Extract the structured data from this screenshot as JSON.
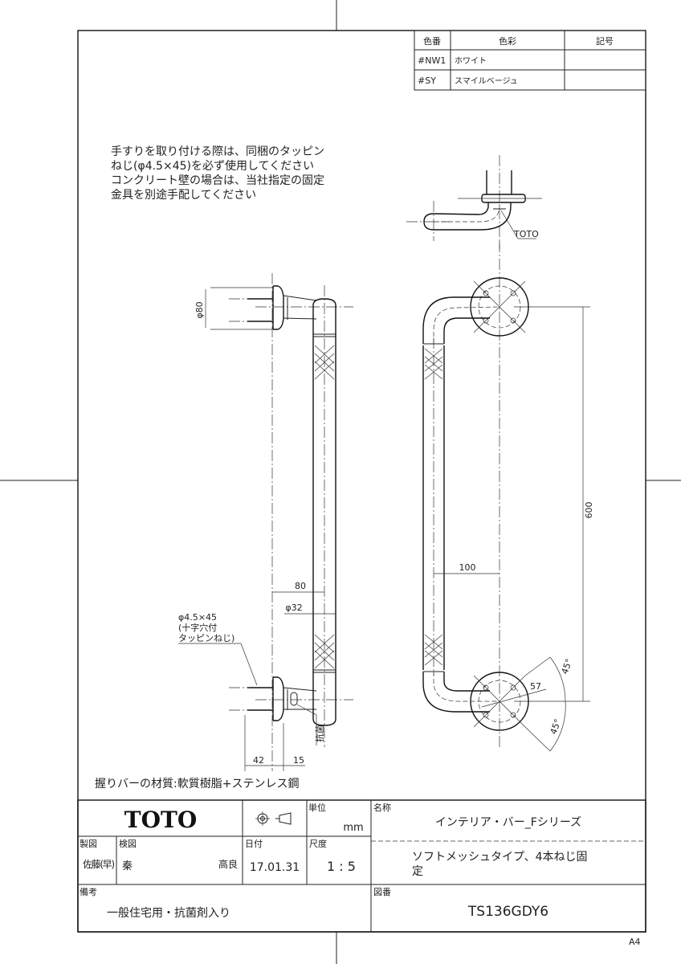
{
  "color_table": {
    "headers": [
      "色番",
      "色彩",
      "記号"
    ],
    "rows": [
      {
        "code": "#NW1",
        "name": "ホワイト",
        "symbol": ""
      },
      {
        "code": "#SY",
        "name": "スマイルベージュ",
        "symbol": ""
      }
    ]
  },
  "note_lines": [
    "手すりを取り付ける際は、同梱のタッピン",
    "ねじ(φ4.5×45)を必ず使用してください",
    "コンクリート壁の場合は、当社指定の固定",
    "金具を別途手配してください"
  ],
  "dimensions": {
    "phi80": "φ80",
    "d80": "80",
    "phi32": "φ32",
    "d42": "42",
    "d15": "15",
    "d100": "100",
    "d600": "600",
    "d57": "57",
    "angle1": "45°",
    "angle2": "45°"
  },
  "labels": {
    "screw_1": "φ4.5×45",
    "screw_2": "(十字穴付",
    "screw_3": "タッピンねじ)",
    "antibacterial": "抗菌",
    "toto_mark": "TOTO",
    "material": "握りバーの材質:軟質樹脂+ステンレス鋼"
  },
  "title_block": {
    "logo": "TOTO",
    "unit_label": "単位",
    "unit_value": "mm",
    "name_label": "名称",
    "name_value": "インテリア・バー_Fシリーズ",
    "subtitle_line1": "ソフトメッシュタイプ、4本ねじ固",
    "subtitle_line2": "定",
    "drawn_label": "製図",
    "drawn_value": "佐藤(早)",
    "checked_label": "検図",
    "checked_value": "秦",
    "approved_value": "高良",
    "date_label": "日付",
    "date_value": "17.01.31",
    "scale_label": "尺度",
    "scale_value": "1 : 5",
    "remarks_label": "備考",
    "remarks_value": "一般住宅用・抗菌剤入り",
    "drawing_no_label": "図番",
    "drawing_no_value": "TS136GDY6"
  },
  "paper_size": "A4"
}
